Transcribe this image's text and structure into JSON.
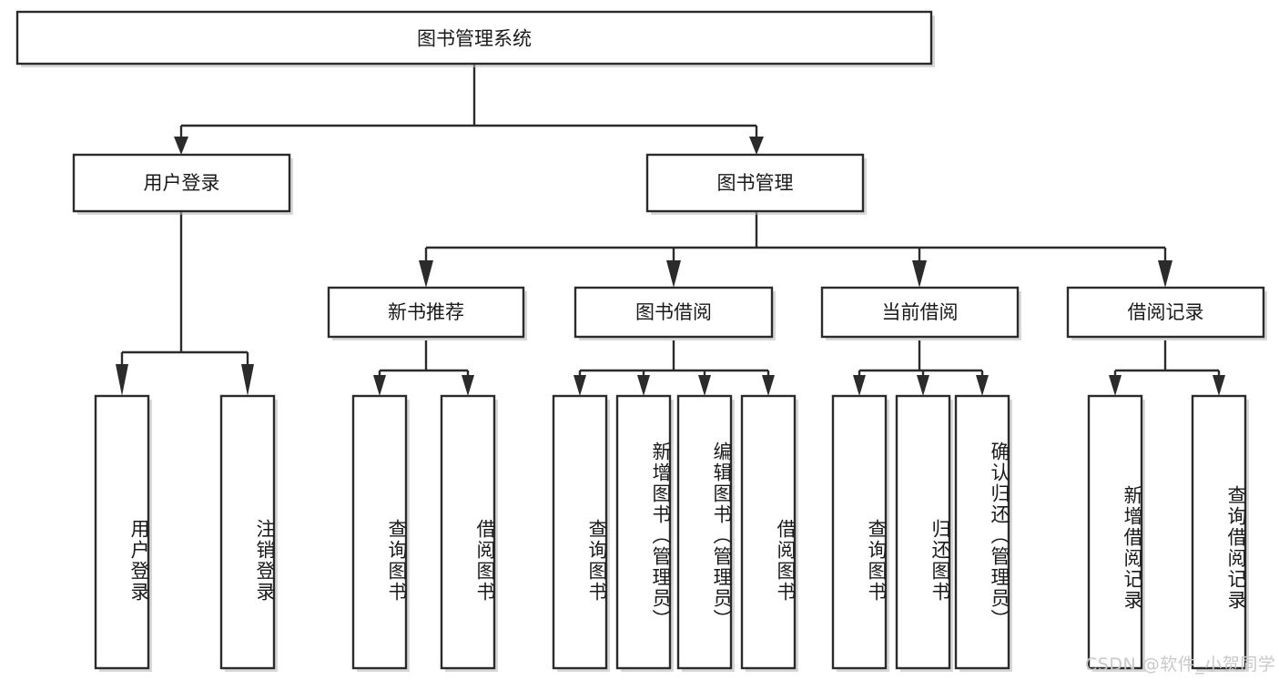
{
  "diagram": {
    "type": "tree-hierarchy",
    "title": "图书管理系统",
    "colors": {
      "box_stroke": "#2b2b2b",
      "box_fill": "#ffffff",
      "edge": "#2b2b2b",
      "background": "#ffffff",
      "watermark": "#c9c9c9"
    },
    "levels": [
      {
        "level": 1,
        "nodes": [
          {
            "id": "root",
            "label": "图书管理系统",
            "orientation": "horizontal"
          }
        ]
      },
      {
        "level": 2,
        "nodes": [
          {
            "id": "login",
            "label": "用户登录",
            "orientation": "horizontal",
            "parent": "root"
          },
          {
            "id": "bookmgmt",
            "label": "图书管理",
            "orientation": "horizontal",
            "parent": "root"
          }
        ]
      },
      {
        "level": 3,
        "nodes": [
          {
            "id": "newbook",
            "label": "新书推荐",
            "orientation": "horizontal",
            "parent": "bookmgmt"
          },
          {
            "id": "borrow",
            "label": "图书借阅",
            "orientation": "horizontal",
            "parent": "bookmgmt"
          },
          {
            "id": "current",
            "label": "当前借阅",
            "orientation": "horizontal",
            "parent": "bookmgmt"
          },
          {
            "id": "records",
            "label": "借阅记录",
            "orientation": "horizontal",
            "parent": "bookmgmt"
          }
        ]
      },
      {
        "level": 4,
        "nodes": [
          {
            "id": "leaf-1",
            "label": "用户登录",
            "orientation": "vertical",
            "parent": "login"
          },
          {
            "id": "leaf-2",
            "label": "注销登录",
            "orientation": "vertical",
            "parent": "login"
          },
          {
            "id": "leaf-3",
            "label": "查询图书",
            "orientation": "vertical",
            "parent": "newbook"
          },
          {
            "id": "leaf-4",
            "label": "借阅图书",
            "orientation": "vertical",
            "parent": "newbook"
          },
          {
            "id": "leaf-5",
            "label": "查询图书",
            "orientation": "vertical",
            "parent": "borrow"
          },
          {
            "id": "leaf-6",
            "label": "新增图书（管理员）",
            "orientation": "vertical",
            "parent": "borrow"
          },
          {
            "id": "leaf-7",
            "label": "编辑图书（管理员）",
            "orientation": "vertical",
            "parent": "borrow"
          },
          {
            "id": "leaf-8",
            "label": "借阅图书",
            "orientation": "vertical",
            "parent": "borrow"
          },
          {
            "id": "leaf-9",
            "label": "查询图书",
            "orientation": "vertical",
            "parent": "current"
          },
          {
            "id": "leaf-10",
            "label": "归还图书",
            "orientation": "vertical",
            "parent": "current"
          },
          {
            "id": "leaf-11",
            "label": "确认归还（管理员）",
            "orientation": "vertical",
            "parent": "current"
          },
          {
            "id": "leaf-12",
            "label": "新增借阅记录",
            "orientation": "vertical",
            "parent": "records"
          },
          {
            "id": "leaf-13",
            "label": "查询借阅记录",
            "orientation": "vertical",
            "parent": "records"
          }
        ]
      }
    ],
    "watermark": "CSDN @软件_小贺同学"
  }
}
